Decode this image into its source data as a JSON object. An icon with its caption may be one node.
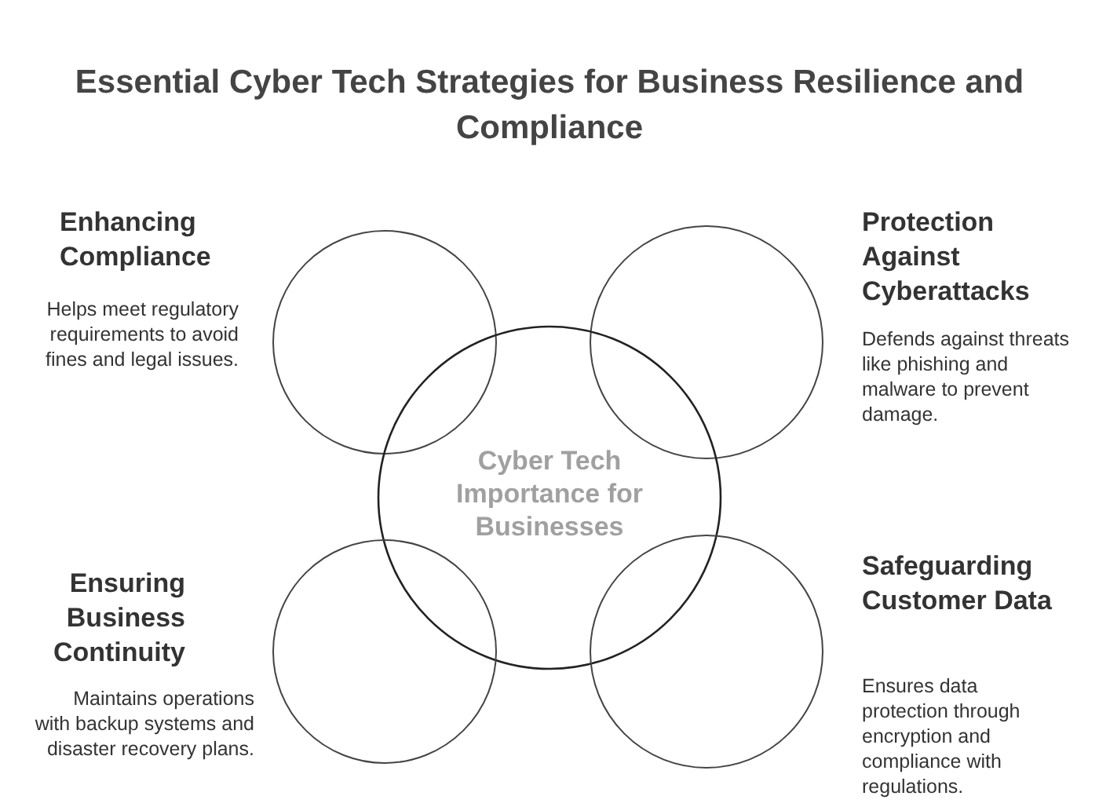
{
  "diagram": {
    "title": "Essential Cyber Tech Strategies for Business Resilience and Compliance",
    "nodes": [
      {
        "text": [],
        "shape": "circle",
        "beside": [
          "Enhancing Compliance",
          "Helps meet regulatory requirements to avoid fines and legal issues."
        ]
      },
      {
        "text": [],
        "shape": "circle",
        "beside": [
          "Protection Against Cyberattacks",
          "Defends against threats like phishing and malware to prevent damage."
        ]
      },
      {
        "text": [
          "Cyber Tech Importance for Businesses"
        ]
      },
      {
        "text": [],
        "shape": "circle",
        "beside": [
          "Ensuring Business Continuity",
          "Maintains operations with backup systems and disaster recovery plans."
        ]
      },
      {
        "text": [],
        "shape": "circle",
        "beside": [
          "Safeguarding Customer Data",
          "Ensures data protection through encryption and compliance with regulations."
        ]
      }
    ],
    "edges": []
  }
}
